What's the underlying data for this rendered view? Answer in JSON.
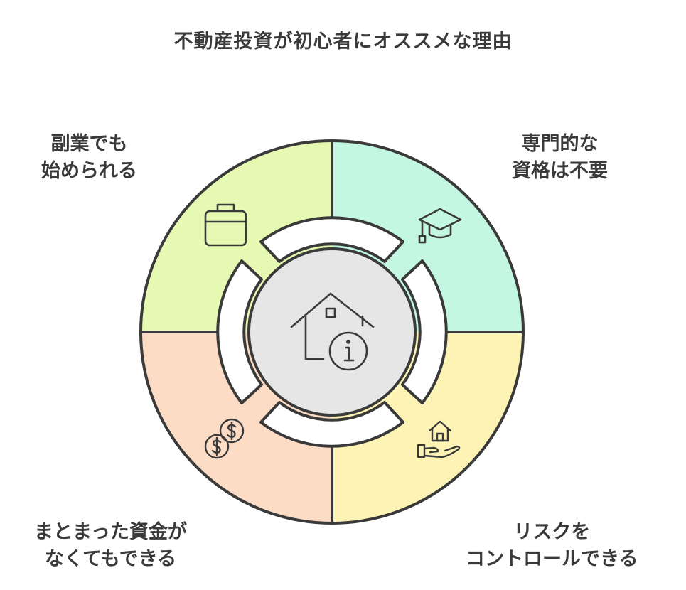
{
  "title": "不動産投資が初心者にオススメな理由",
  "segments": [
    {
      "id": "top-left",
      "lines": [
        "副業でも",
        "始められる"
      ],
      "icon": "briefcase-icon",
      "color": "#e6f9b3"
    },
    {
      "id": "top-right",
      "lines": [
        "専門的な",
        "資格は不要"
      ],
      "icon": "graduation-cap-icon",
      "color": "#c3f7e1"
    },
    {
      "id": "bottom-right",
      "lines": [
        "リスクを",
        "コントロールできる"
      ],
      "icon": "house-in-hand-icon",
      "color": "#fdf3b4"
    },
    {
      "id": "bottom-left",
      "lines": [
        "まとまった資金が",
        "なくてもできる"
      ],
      "icon": "coins-icon",
      "color": "#fddcc6"
    }
  ],
  "center": {
    "icon": "house-info-icon",
    "color": "#e6e6e6"
  }
}
